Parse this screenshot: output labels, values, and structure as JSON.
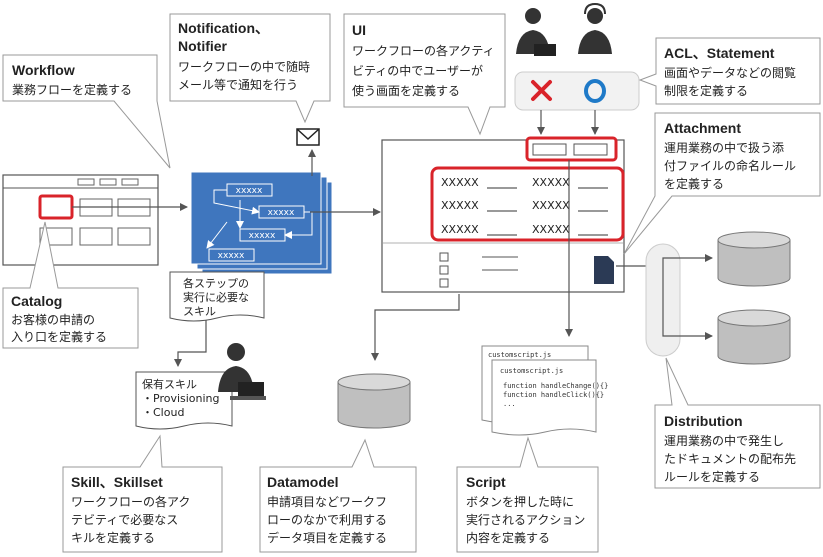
{
  "callouts": {
    "workflow": {
      "title": "Workflow",
      "lines": [
        "業務フローを定義する"
      ]
    },
    "notification": {
      "title_lines": [
        "Notification、",
        "Notifier"
      ],
      "lines": [
        "ワークフローの中で随時",
        "メール等で通知を行う"
      ]
    },
    "ui": {
      "title": "UI",
      "lines": [
        "ワークフローの各アクティ",
        "ビティの中でユーザーが",
        "使う画面を定義する"
      ]
    },
    "acl": {
      "title": "ACL、Statement",
      "lines": [
        "画面やデータなどの閲覧",
        "制限を定義する"
      ]
    },
    "attachment": {
      "title": "Attachment",
      "lines": [
        "運用業務の中で扱う添",
        "付ファイルの命名ルール",
        "を定義する"
      ]
    },
    "catalog": {
      "title": "Catalog",
      "lines": [
        "お客様の申請の",
        "入り口を定義する"
      ]
    },
    "distribution": {
      "title": "Distribution",
      "lines": [
        "運用業務の中で発生し",
        "たドキュメントの配布先",
        "ルールを定義する"
      ]
    },
    "skill": {
      "title": "Skill、Skillset",
      "lines": [
        "ワークフローの各アク",
        "テビティで必要なス",
        "キルを定義する"
      ]
    },
    "datamodel": {
      "title": "Datamodel",
      "lines": [
        "申請項目などワークフ",
        "ローのなかで利用する",
        "データ項目を定義する"
      ]
    },
    "script": {
      "title": "Script",
      "lines": [
        "ボタンを押した時に",
        "実行されるアクション",
        "内容を定義する"
      ]
    }
  },
  "workflow_box": {
    "step_label": "xxxxx"
  },
  "step_note": {
    "lines": [
      "各ステップの",
      "実行に必要な",
      "スキル"
    ]
  },
  "skill_note": {
    "title": "保有スキル",
    "items": [
      "・Provisioning",
      "・Cloud"
    ]
  },
  "ui_form": {
    "field_label": "XXXXX"
  },
  "script_doc": {
    "filename": "customscript.js",
    "inner_filename": "customscript.js",
    "code_lines": [
      "function handleChange(){}",
      "function handleClick(){}",
      "..."
    ]
  },
  "colors": {
    "accent_red": "#d9232a",
    "workflow_blue": "#3f76be",
    "acl_blue": "#1f7ac8",
    "line_gray": "#666666",
    "callout_border": "#999999"
  }
}
